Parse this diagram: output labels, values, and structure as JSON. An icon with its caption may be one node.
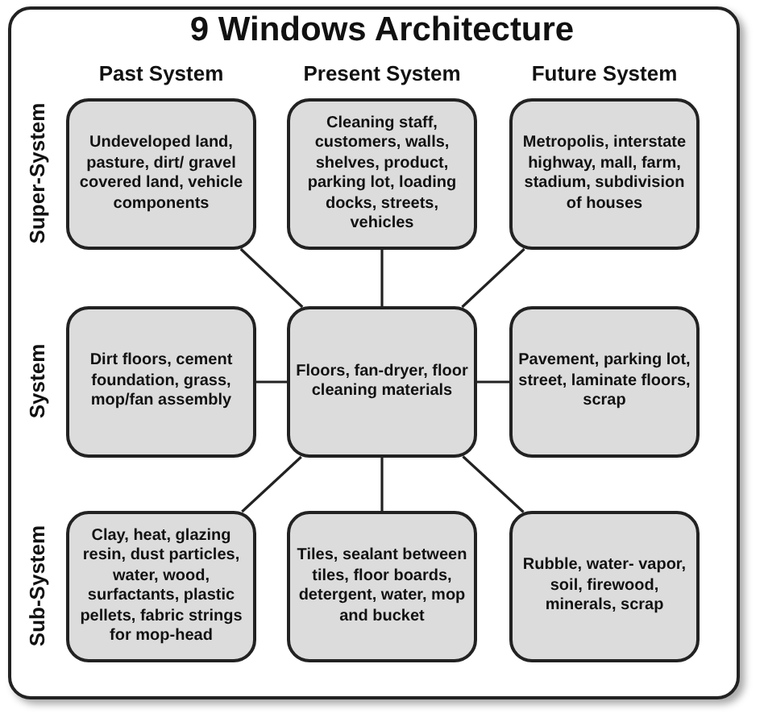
{
  "diagram": {
    "title": "9 Windows Architecture",
    "nodes": [
      {
        "text": [
          "Undeveloped land, pasture, dirt/ gravel covered land, vehicle components"
        ]
      },
      {
        "text": [
          "Cleaning staff, customers, walls, shelves, product, parking lot, loading docks, streets, vehicles"
        ]
      },
      {
        "text": [
          "Metropolis, interstate highway, mall, farm, stadium, subdivision of houses"
        ]
      },
      {
        "text": [
          "Dirt floors, cement foundation, grass, mop/fan assembly"
        ]
      },
      {
        "text": [
          "Floors, fan-dryer, floor cleaning materials"
        ]
      },
      {
        "text": [
          "Pavement, parking lot, street, laminate floors, scrap"
        ]
      },
      {
        "text": [
          "Clay, heat, glazing resin, dust particles, water, wood, surfactants, plastic pellets, fabric strings for mop-head"
        ]
      },
      {
        "text": [
          "Tiles, sealant between tiles, floor boards, detergent, water, mop and bucket"
        ]
      },
      {
        "text": [
          "Rubble, water- vapor, soil, firewood, minerals, scrap"
        ]
      }
    ],
    "edges": [
      {
        "from": 4,
        "to": 0,
        "arrow": "none"
      },
      {
        "from": 4,
        "to": 1,
        "arrow": "none"
      },
      {
        "from": 4,
        "to": 2,
        "arrow": "none"
      },
      {
        "from": 4,
        "to": 3,
        "arrow": "none"
      },
      {
        "from": 4,
        "to": 5,
        "arrow": "none"
      },
      {
        "from": 4,
        "to": 6,
        "arrow": "none"
      },
      {
        "from": 4,
        "to": 7,
        "arrow": "none"
      },
      {
        "from": 4,
        "to": 8,
        "arrow": "none"
      }
    ],
    "labels": [
      "Past System",
      "Present System",
      "Future System",
      "Super-System",
      "System",
      "Sub-System"
    ]
  }
}
